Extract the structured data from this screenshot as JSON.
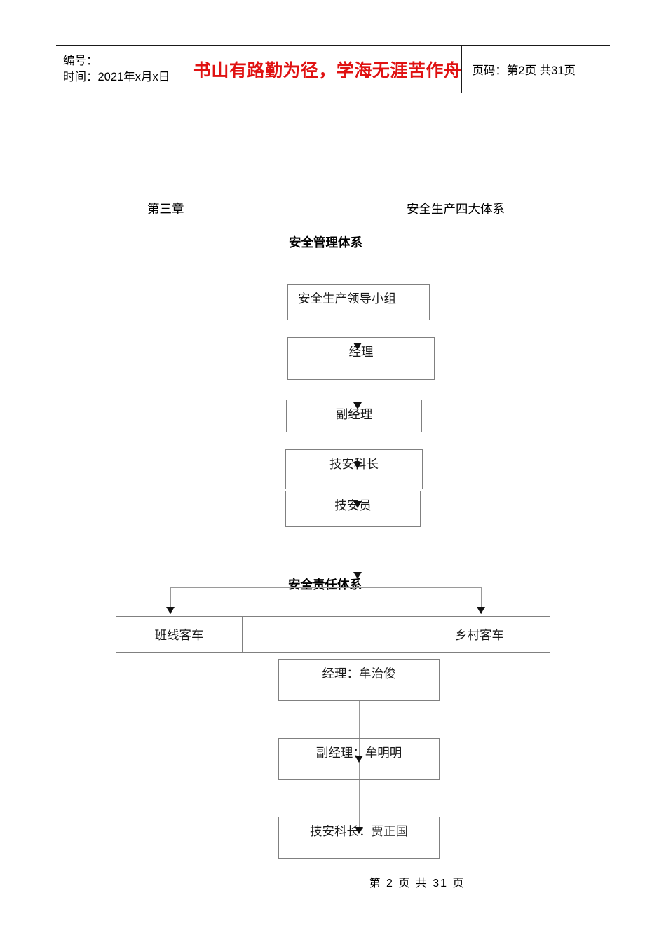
{
  "header": {
    "left": {
      "number_label": "编号：",
      "date_label": "时间：2021年x月x日"
    },
    "slogan": "书山有路勤为径，学海无涯苦作舟",
    "slogan_color": "#e01212",
    "page_info": "页码：第2页 共31页"
  },
  "body": {
    "chapter": "第三章",
    "chapter_title": "安全生产四大体系",
    "section1_title": "安全管理体系",
    "section2_title": "安全责任体系"
  },
  "flow1": {
    "boxes": [
      {
        "label": "安全生产领导小组"
      },
      {
        "label": "经理"
      },
      {
        "label": "副经理"
      },
      {
        "label": "技安科长"
      },
      {
        "label": "技安员"
      }
    ]
  },
  "branch_row": {
    "cells": [
      {
        "label": "班线客车"
      },
      {
        "label": ""
      },
      {
        "label": "乡村客车"
      }
    ]
  },
  "flow2": {
    "boxes": [
      {
        "label": "经理：牟治俊"
      },
      {
        "label": "副经理：牟明明"
      },
      {
        "label": "技安科长：贾正国"
      }
    ]
  },
  "footer": {
    "page_text": "第 2 页 共 31 页"
  }
}
